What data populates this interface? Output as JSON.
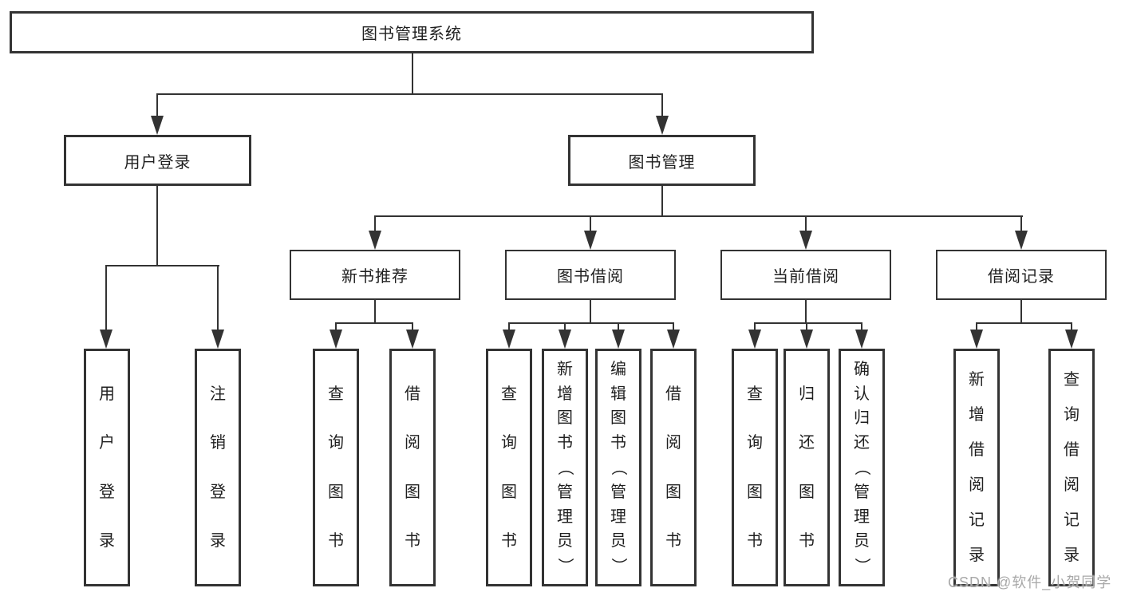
{
  "root": {
    "label": "图书管理系统"
  },
  "level2": [
    {
      "label": "用户登录"
    },
    {
      "label": "图书管理"
    }
  ],
  "level3": [
    {
      "label": "新书推荐"
    },
    {
      "label": "图书借阅"
    },
    {
      "label": "当前借阅"
    },
    {
      "label": "借阅记录"
    }
  ],
  "leaves": [
    {
      "label": "用户登录"
    },
    {
      "label": "注销登录"
    },
    {
      "label": "查询图书"
    },
    {
      "label": "借阅图书"
    },
    {
      "label": "查询图书"
    },
    {
      "label": "新增图书（管理员）"
    },
    {
      "label": "编辑图书（管理员）"
    },
    {
      "label": "借阅图书"
    },
    {
      "label": "查询图书"
    },
    {
      "label": "归还图书"
    },
    {
      "label": "确认归还（管理员）"
    },
    {
      "label": "新增借阅记录"
    },
    {
      "label": "查询借阅记录"
    }
  ],
  "watermark": {
    "text": "CSDN @软件_小贺同学"
  },
  "colors": {
    "line": "#333333",
    "text": "#1f1f1f",
    "watermark": "#a8a8a8",
    "bg": "#ffffff"
  }
}
